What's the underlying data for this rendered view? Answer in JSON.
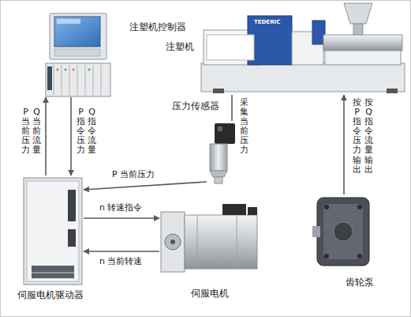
{
  "diagram": {
    "nodes": [
      {
        "text": [
          "注塑机控制器"
        ]
      },
      {
        "text": [
          "注塑机"
        ]
      },
      {
        "text": [
          "压力传感器"
        ]
      },
      {
        "text": [
          "伺服电机驱动器"
        ]
      },
      {
        "text": [
          "伺服电机"
        ]
      },
      {
        "text": [
          "齿轮泵"
        ]
      }
    ],
    "edges": [
      {
        "from": 3,
        "to": 0,
        "arrow": "to",
        "label": "P 当前压力"
      },
      {
        "from": 0,
        "to": 3,
        "arrow": "to",
        "label": "P 指令压力"
      },
      {
        "from": 1,
        "to": 2,
        "arrow": "none",
        "label": "采集当前压力"
      },
      {
        "from": 2,
        "to": 3,
        "arrow": "to",
        "label": "P 当前压力"
      },
      {
        "from": 3,
        "to": 4,
        "arrow": "to",
        "label": "n 转速指令"
      },
      {
        "from": 4,
        "to": 3,
        "arrow": "to",
        "label": "n 当前转速"
      },
      {
        "from": 5,
        "to": 1,
        "arrow": "to",
        "label": "按 P 指令压力输出"
      }
    ],
    "labels": [
      "Q 当前流量",
      "Q 指令流量",
      "按 Q 指令流量输出",
      "TEDERIC"
    ]
  }
}
